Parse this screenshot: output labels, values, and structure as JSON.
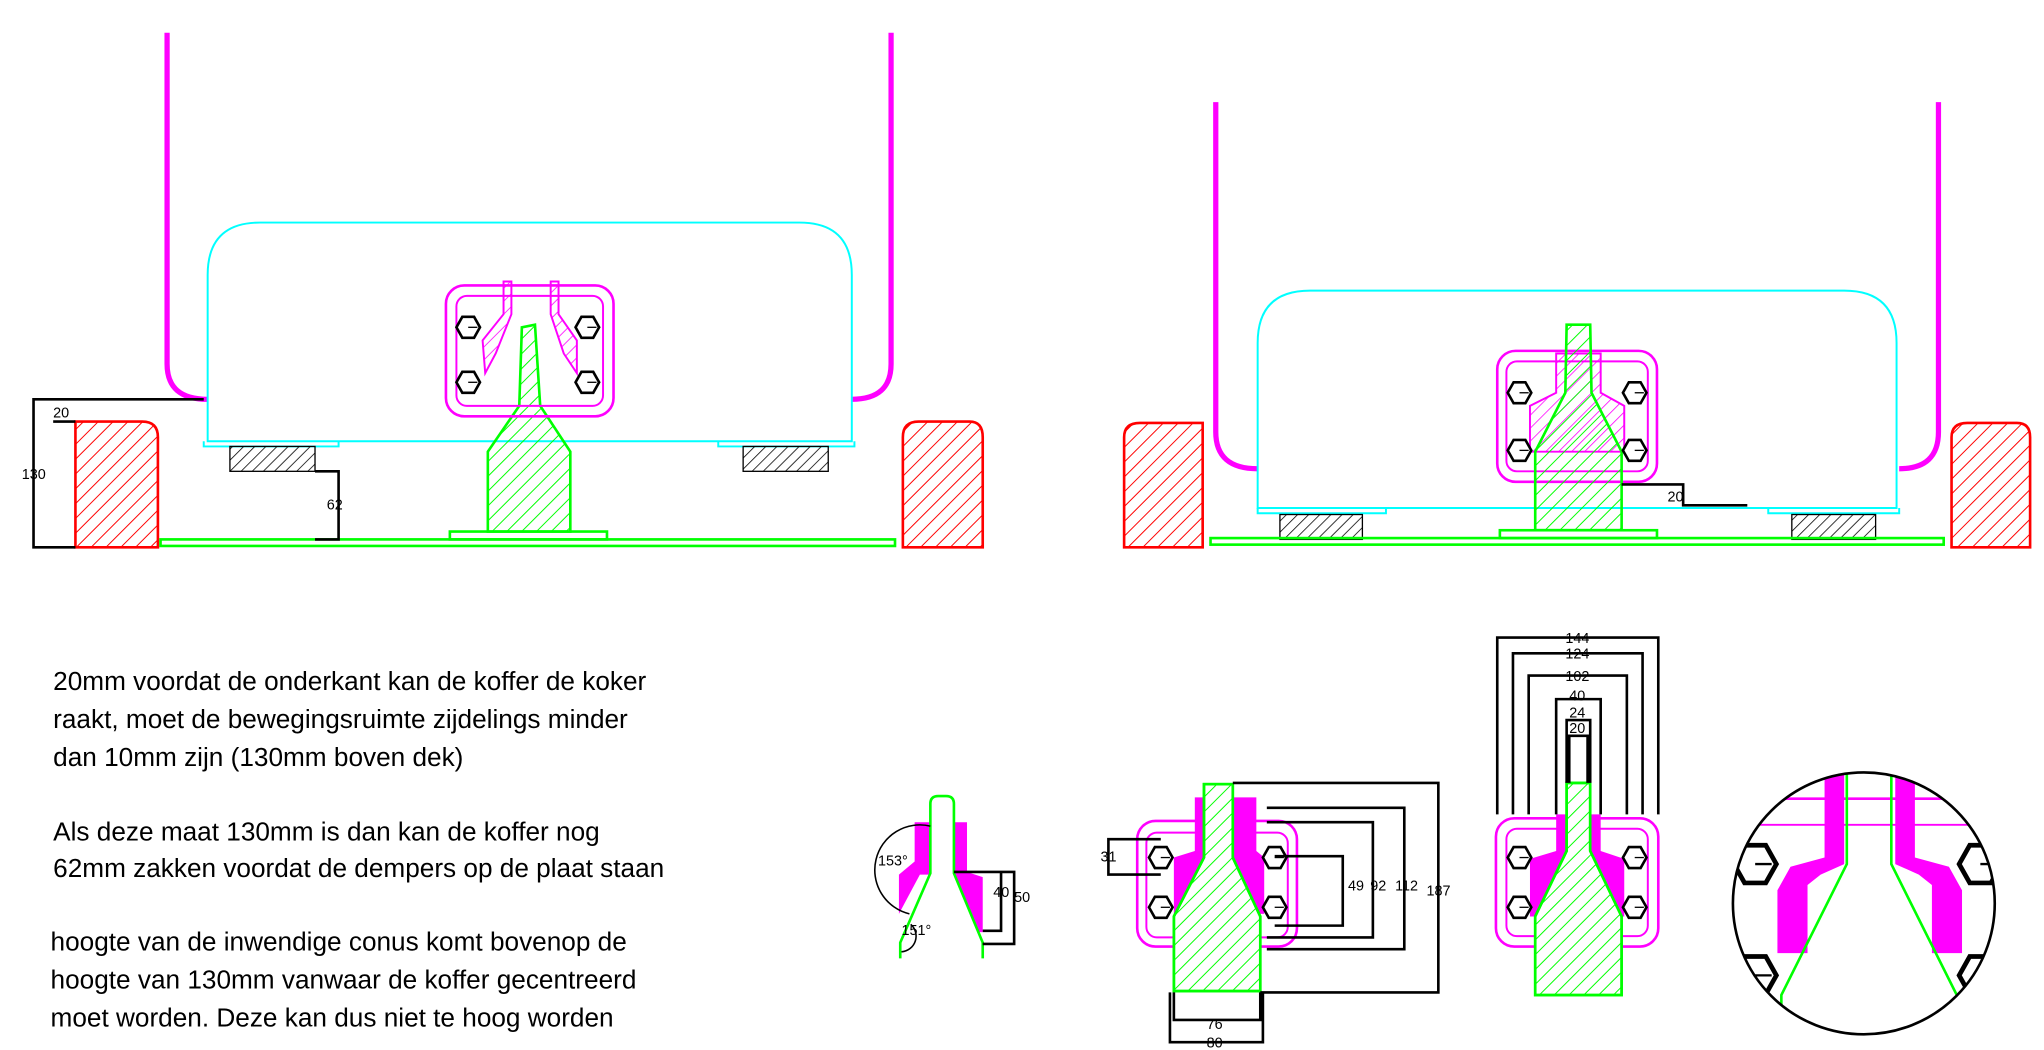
{
  "colors": {
    "housing": "#ff00ff",
    "case_outline": "#00ffff",
    "cone": "#00ff00",
    "blocks": "#ff0000",
    "dampers": "#000000"
  },
  "left_view": {
    "dim_gap": "20",
    "dim_height": "130",
    "dim_drop": "62"
  },
  "right_view": {
    "dim_gap": "20"
  },
  "notes": [
    "20mm voordat de onderkant kan de koffer de koker",
    "raakt, moet de bewegingsruimte zijdelings minder",
    "dan 10mm zijn (130mm boven dek)",
    "Als deze maat 130mm is dan kan de koffer nog",
    "62mm zakken voordat de dempers op de plaat staan",
    "hoogte van de inwendige conus komt bovenop de",
    "hoogte van 130mm vanwaar de koffer gecentreerd",
    "moet worden. Deze kan dus niet te hoog worden"
  ],
  "detail_angles": {
    "angle_top": "153°",
    "angle_bottom": "151°",
    "dim_40": "40",
    "dim_50": "50"
  },
  "detail_bracket": {
    "dim_31": "31",
    "dim_49": "49",
    "dim_92": "92",
    "dim_112": "112",
    "dim_187": "187",
    "dim_76": "76",
    "dim_80": "80"
  },
  "detail_front": {
    "dims": [
      "144",
      "124",
      "102",
      "40",
      "24",
      "20"
    ]
  }
}
